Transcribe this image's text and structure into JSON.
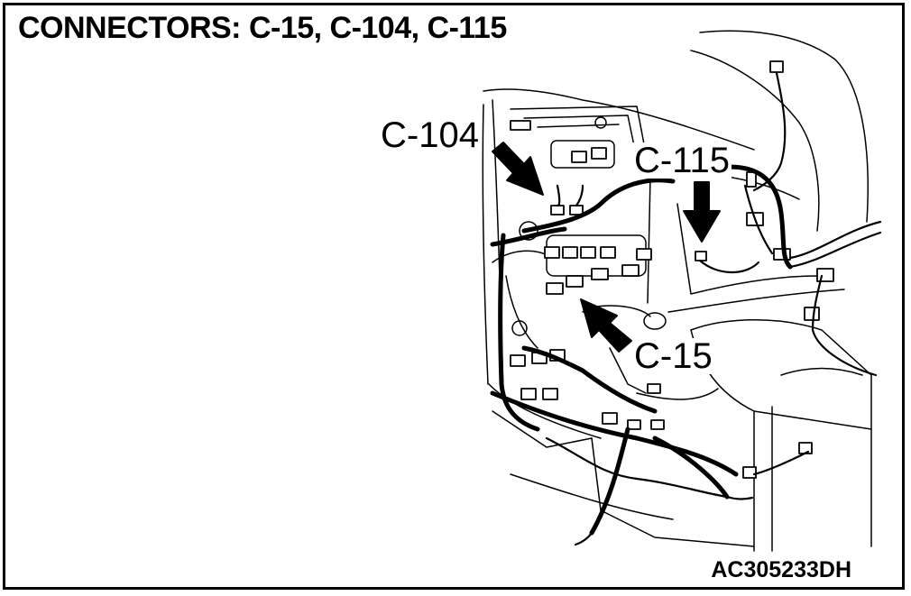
{
  "title": "CONNECTORS: C-15, C-104, C-115",
  "figure_code": "AC305233DH",
  "callouts": [
    {
      "id": "C-104",
      "label": "C-104"
    },
    {
      "id": "C-115",
      "label": "C-115"
    },
    {
      "id": "C-15",
      "label": "C-15"
    }
  ],
  "colors": {
    "line": "#000000",
    "background": "#ffffff"
  }
}
